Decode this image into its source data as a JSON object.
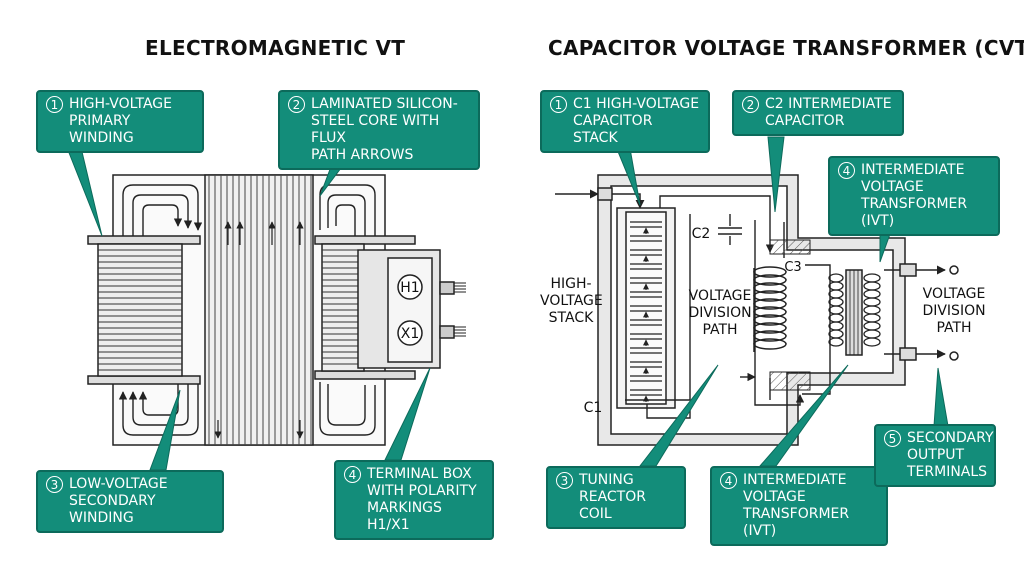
{
  "left": {
    "title": "ELECTROMAGNETIC VT",
    "callouts": [
      {
        "num": "1",
        "text": "HIGH-VOLTAGE\nPRIMARY WINDING"
      },
      {
        "num": "2",
        "text": "LAMINATED SILICON-\nSTEEL CORE WITH FLUX\nPATH ARROWS"
      },
      {
        "num": "3",
        "text": "LOW-VOLTAGE\nSECONDARY WINDING"
      },
      {
        "num": "4",
        "text": "TERMINAL BOX\nWITH POLARITY\nMARKINGS H1/X1"
      }
    ],
    "terminal_h1": "H1",
    "terminal_x1": "X1"
  },
  "right": {
    "title": "CAPACITOR VOLTAGE TRANSFORMER (CVT)",
    "callouts": [
      {
        "num": "1",
        "text": "C1 HIGH-VOLTAGE\nCAPACITOR STACK"
      },
      {
        "num": "2",
        "text": "C2 INTERMEDIATE\nCAPACITOR"
      },
      {
        "num": "4",
        "text": "INTERMEDIATE\nVOLTAGE\nTRANSFORMER (IVT)"
      },
      {
        "num": "3",
        "text": "TUNING\nREACTOR COIL"
      },
      {
        "num": "4",
        "text": "INTERMEDIATE\nVOLTAGE\nTRANSFORMER (IVT)"
      },
      {
        "num": "5",
        "text": "SECONDARY\nOUTPUT\nTERMINALS"
      }
    ],
    "labels": {
      "hv_stack": "HIGH-\nVOLTAGE\nSTACK",
      "division_path_center": "VOLTAGE\nDIVISION\nPATH",
      "division_path_right": "VOLTAGE\nDIVISION\nPATH",
      "c1": "C1",
      "c2": "C2",
      "c3": "C3"
    }
  },
  "colors": {
    "callout_fill": "#138d7a",
    "callout_border": "#0c6a5b",
    "line": "#222222",
    "body_fill": "#e6e6e6"
  }
}
